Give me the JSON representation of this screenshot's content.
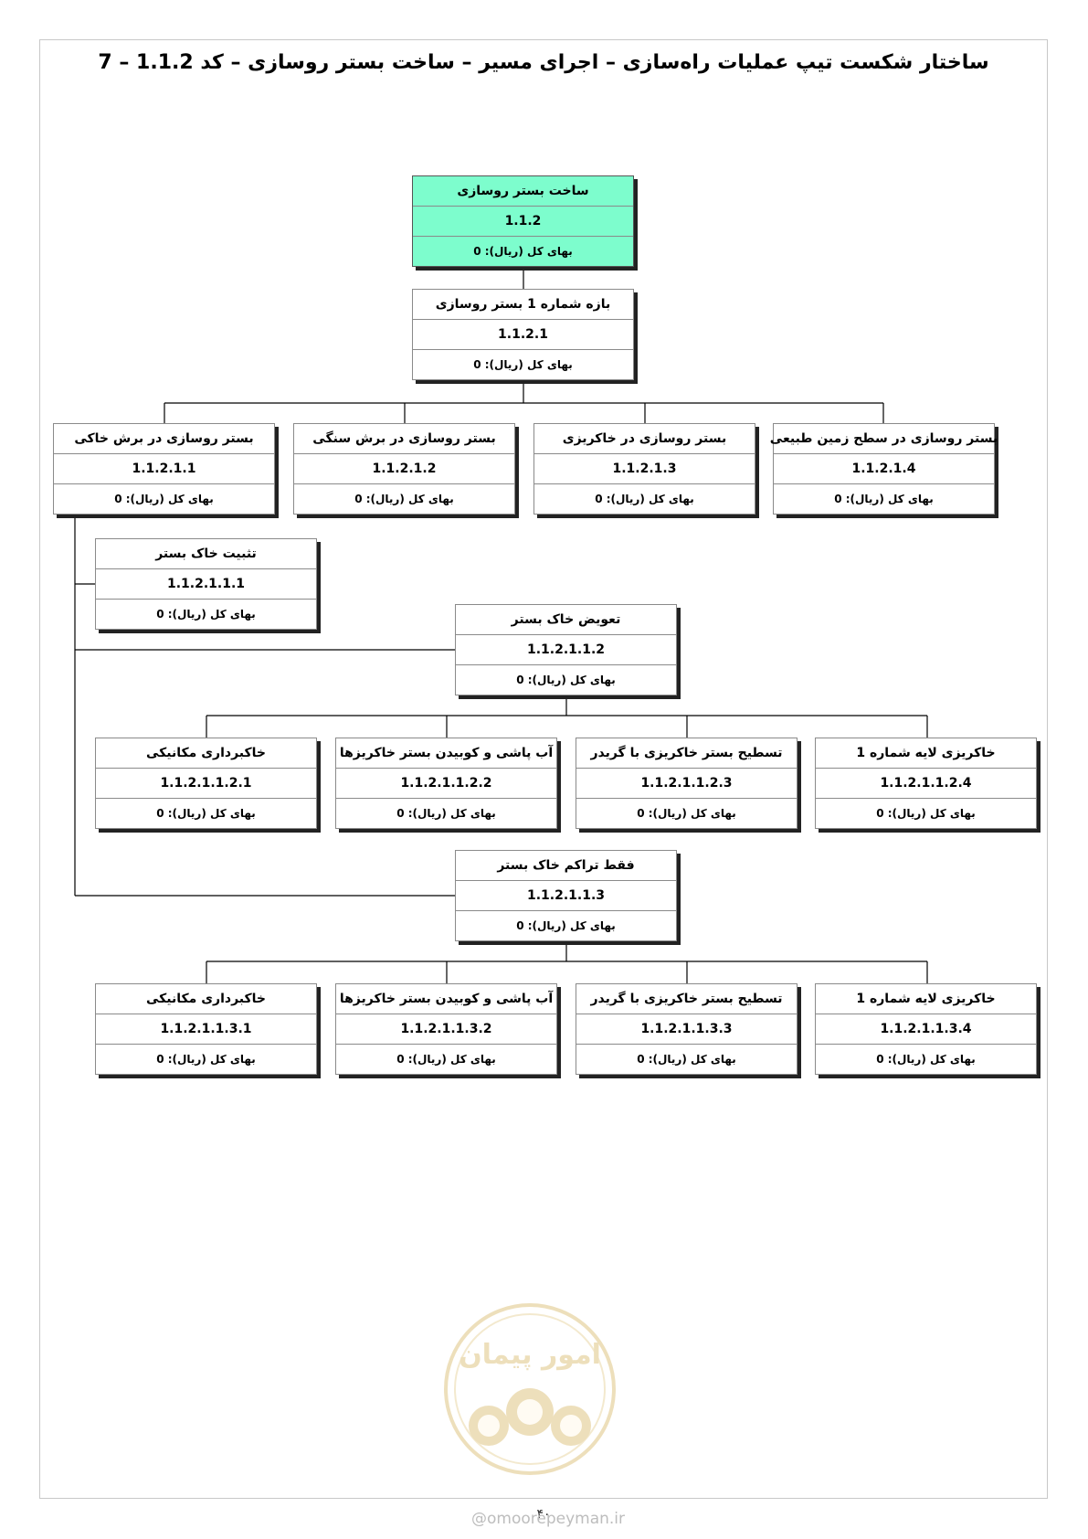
{
  "title": "ساختار شکست تیپ عملیات راه‌سازی – اجرای مسیر – ساخت بستر روسازی – کد 1.1.2 – 7",
  "cost_label": "بهای کل (ریال): 0",
  "nodes": {
    "root": {
      "name": "ساخت بستر روسازی",
      "code": "1.1.2"
    },
    "n1": {
      "name": "بازه شماره 1 بستر روسازی",
      "code": "1.1.2.1"
    },
    "n11": {
      "name": "بستر روسازی در برش خاکی",
      "code": "1.1.2.1.1"
    },
    "n12": {
      "name": "بستر روسازی در برش سنگی",
      "code": "1.1.2.1.2"
    },
    "n13": {
      "name": "بستر روسازی در خاکریزی",
      "code": "1.1.2.1.3"
    },
    "n14": {
      "name": "بستر روسازی در سطح زمین طبیعی",
      "code": "1.1.2.1.4"
    },
    "n111": {
      "name": "تثبیت خاک بستر",
      "code": "1.1.2.1.1.1"
    },
    "n112": {
      "name": "تعویض خاک بستر",
      "code": "1.1.2.1.1.2"
    },
    "n1121": {
      "name": "خاکبرداری مکانیکی",
      "code": "1.1.2.1.1.2.1"
    },
    "n1122": {
      "name": "آب پاشی و کوبیدن بستر خاکریزها",
      "code": "1.1.2.1.1.2.2"
    },
    "n1123": {
      "name": "تسطیح بستر خاکریزی با گریدر",
      "code": "1.1.2.1.1.2.3"
    },
    "n1124": {
      "name": "خاکریزی لایه شماره 1",
      "code": "1.1.2.1.1.2.4"
    },
    "n113": {
      "name": "فقط تراکم خاک بستر",
      "code": "1.1.2.1.1.3"
    },
    "n1131": {
      "name": "خاکبرداری مکانیکی",
      "code": "1.1.2.1.1.3.1"
    },
    "n1132": {
      "name": "آب پاشی و کوبیدن بستر خاکریزها",
      "code": "1.1.2.1.1.3.2"
    },
    "n1133": {
      "name": "تسطیح بستر خاکریزی با گریدر",
      "code": "1.1.2.1.1.3.3"
    },
    "n1134": {
      "name": "خاکریزی لایه شماره 1",
      "code": "1.1.2.1.1.3.4"
    }
  },
  "watermark_text": "امور پیمان",
  "page_number": "۴۰",
  "site": "@omoorepeyman.ir",
  "colors": {
    "root_fill": "#7dfdcd",
    "shadow": "#222222"
  }
}
